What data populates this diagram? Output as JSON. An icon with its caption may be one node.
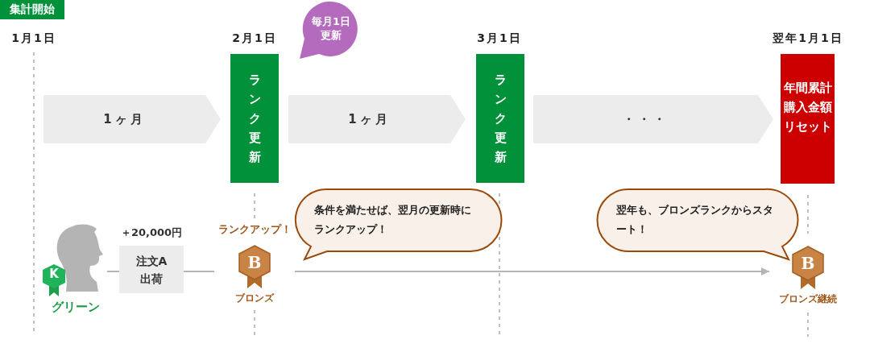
{
  "diagram": {
    "nodes": [
      {
        "text": [
          "集計開始"
        ]
      },
      {
        "text": [
          "毎月1日更新"
        ]
      },
      {
        "text": [
          "1ヶ月"
        ]
      },
      {
        "text": [
          "ランク更新"
        ]
      },
      {
        "text": [
          "1ヶ月"
        ]
      },
      {
        "text": [
          "ランク更新"
        ]
      },
      {
        "text": [
          "・・・"
        ]
      },
      {
        "text": [
          "年間累計購入金額リセット"
        ]
      },
      {
        "text": [
          "条件を満たせば、翌月の更新時にランクアップ！"
        ]
      },
      {
        "text": [
          "翌年も、ブロンズランクからスタート！"
        ]
      },
      {
        "text": [],
        "shape": "person",
        "beside": [
          "グリーン"
        ]
      },
      {
        "text": [
          "注文A出荷"
        ],
        "beside": [
          "＋20,000円"
        ]
      },
      {
        "text": [
          "B"
        ],
        "beside": [
          "ランクアップ！",
          "ブロンズ"
        ]
      },
      {
        "text": [
          "B"
        ],
        "beside": [
          "ブロンズ継続"
        ]
      }
    ],
    "edges": [
      {
        "from": 10,
        "to": 11,
        "arrow": "none"
      },
      {
        "from": 11,
        "to": 12,
        "arrow": "none"
      },
      {
        "from": 12,
        "to": 13,
        "arrow": "to"
      }
    ],
    "labels": [
      "1月1日",
      "2月1日",
      "3月1日",
      "翌年1月1日",
      "K"
    ]
  }
}
